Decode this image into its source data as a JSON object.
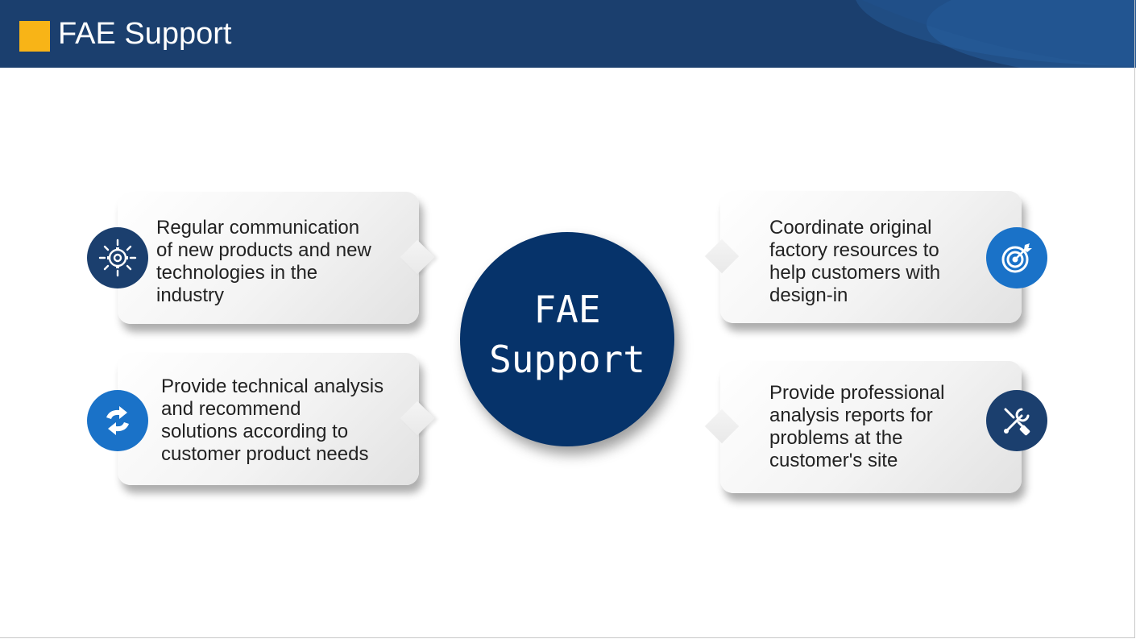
{
  "header": {
    "title": "FAE Support",
    "background_color": "#1b3f6e",
    "accent_color": "#f8b417"
  },
  "center": {
    "line1": "FAE",
    "line2": "Support",
    "color": "#06336a"
  },
  "cards": [
    {
      "position": "top-left",
      "icon": "gear-icon",
      "icon_color": "#1b3f6e",
      "lines": [
        "Regular communication",
        "of new products and new",
        "technologies in the",
        "industry"
      ]
    },
    {
      "position": "bottom-left",
      "icon": "refresh-arrows-icon",
      "icon_color": "#1a72c8",
      "lines": [
        "Provide technical analysis",
        "and recommend",
        "solutions according to",
        "customer product needs"
      ]
    },
    {
      "position": "top-right",
      "icon": "target-icon",
      "icon_color": "#1a72c8",
      "lines": [
        "Coordinate original",
        "factory resources to",
        "help customers with",
        "design-in"
      ]
    },
    {
      "position": "bottom-right",
      "icon": "tools-icon",
      "icon_color": "#1b3f6e",
      "lines": [
        "Provide professional",
        "analysis reports for",
        "problems at the",
        "customer's site"
      ]
    }
  ]
}
